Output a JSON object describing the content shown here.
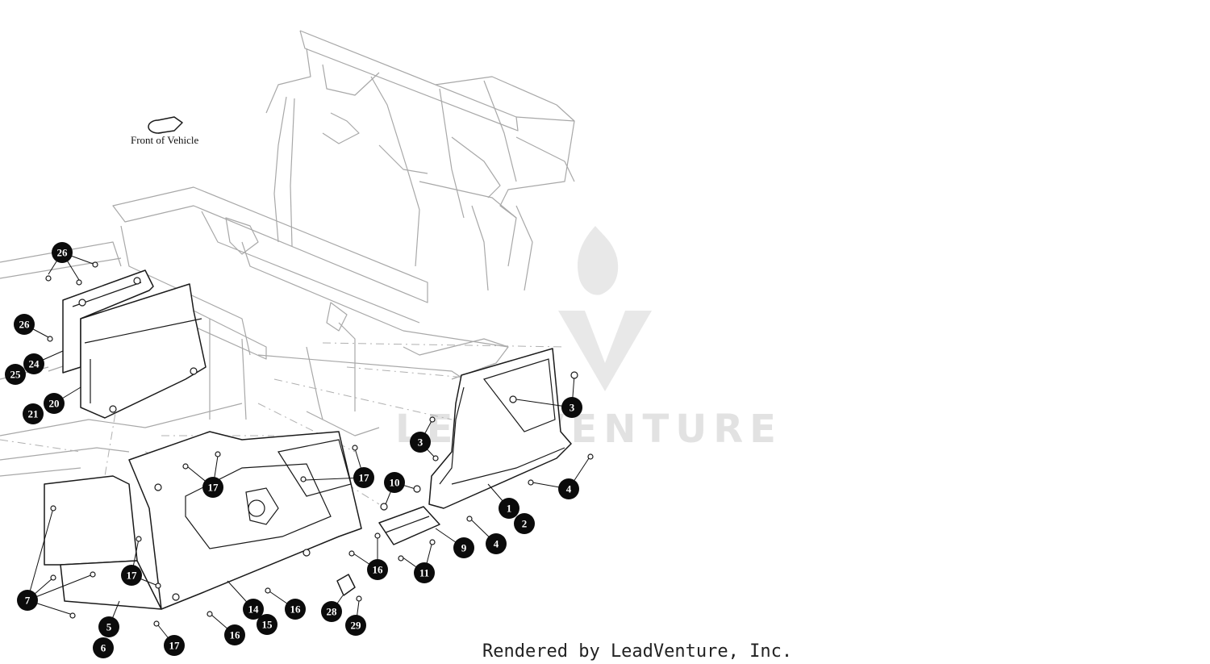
{
  "orientation": {
    "label": "Front of Vehicle",
    "icon": "arrow-icon"
  },
  "watermark": {
    "text": "LEADVENTURE",
    "icon": "flame-v-logo-icon",
    "color": "#d9d9d9"
  },
  "footer": {
    "text": "Rendered by LeadVenture, Inc."
  },
  "callouts": [
    {
      "id": "c26a",
      "label": "26"
    },
    {
      "id": "c26b",
      "label": "26"
    },
    {
      "id": "c24",
      "label": "24"
    },
    {
      "id": "c25",
      "label": "25"
    },
    {
      "id": "c20",
      "label": "20"
    },
    {
      "id": "c21",
      "label": "21"
    },
    {
      "id": "c3a",
      "label": "3"
    },
    {
      "id": "c3b",
      "label": "3"
    },
    {
      "id": "c4a",
      "label": "4"
    },
    {
      "id": "c4b",
      "label": "4"
    },
    {
      "id": "c1",
      "label": "1"
    },
    {
      "id": "c2",
      "label": "2"
    },
    {
      "id": "c9",
      "label": "9"
    },
    {
      "id": "c10",
      "label": "10"
    },
    {
      "id": "c11",
      "label": "11"
    },
    {
      "id": "c17a",
      "label": "17"
    },
    {
      "id": "c17b",
      "label": "17"
    },
    {
      "id": "c17c",
      "label": "17"
    },
    {
      "id": "c17d",
      "label": "17"
    },
    {
      "id": "c16a",
      "label": "16"
    },
    {
      "id": "c16b",
      "label": "16"
    },
    {
      "id": "c16c",
      "label": "16"
    },
    {
      "id": "c14",
      "label": "14"
    },
    {
      "id": "c15",
      "label": "15"
    },
    {
      "id": "c28",
      "label": "28"
    },
    {
      "id": "c29",
      "label": "29"
    },
    {
      "id": "c7",
      "label": "7"
    },
    {
      "id": "c5",
      "label": "5"
    },
    {
      "id": "c6",
      "label": "6"
    }
  ]
}
